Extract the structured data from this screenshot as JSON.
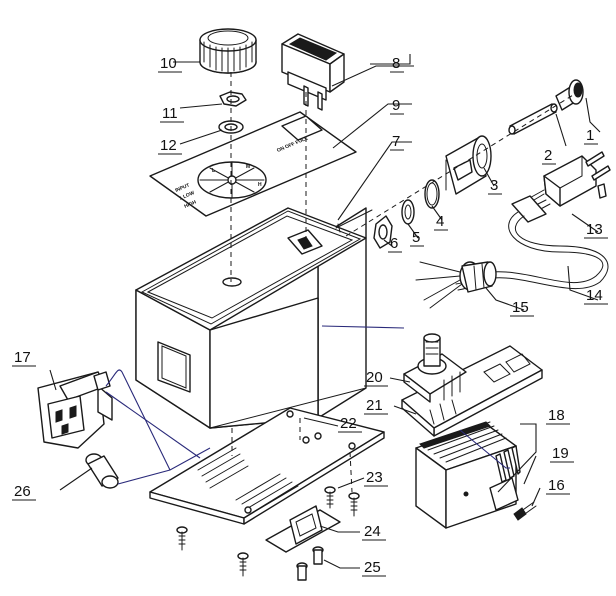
{
  "figure": {
    "kind": "exploded-parts-diagram",
    "parts": [
      {
        "number": "1",
        "icon": "fuse-cap-icon"
      },
      {
        "number": "2",
        "icon": "fuse-icon"
      },
      {
        "number": "3",
        "icon": "fuse-holder-icon"
      },
      {
        "number": "4",
        "icon": "o-ring-icon"
      },
      {
        "number": "5",
        "icon": "nut-icon"
      },
      {
        "number": "6",
        "icon": "hex-nut-icon"
      },
      {
        "number": "7",
        "icon": "screw-icon"
      },
      {
        "number": "8",
        "icon": "rocker-switch-icon"
      },
      {
        "number": "9",
        "icon": "front-panel-label-icon"
      },
      {
        "number": "10",
        "icon": "control-knob-icon"
      },
      {
        "number": "11",
        "icon": "hex-nut-icon"
      },
      {
        "number": "12",
        "icon": "washer-icon"
      },
      {
        "number": "13",
        "icon": "power-plug-icon"
      },
      {
        "number": "14",
        "icon": "power-cord-icon"
      },
      {
        "number": "15",
        "icon": "strain-relief-grommet-icon"
      },
      {
        "number": "16",
        "icon": "screw-icon"
      },
      {
        "number": "17",
        "icon": "outlet-socket-icon"
      },
      {
        "number": "18",
        "icon": "heat-sink-icon"
      },
      {
        "number": "19",
        "icon": "triac-icon"
      },
      {
        "number": "20",
        "icon": "potentiometer-icon"
      },
      {
        "number": "21",
        "icon": "circuit-board-icon"
      },
      {
        "number": "22",
        "icon": "bottom-plate-icon"
      },
      {
        "number": "23",
        "icon": "screw-icon"
      },
      {
        "number": "24",
        "icon": "bracket-clip-icon"
      },
      {
        "number": "25",
        "icon": "screw-icon"
      },
      {
        "number": "26",
        "icon": "indicator-lamp-icon"
      }
    ],
    "panel_text": {
      "switch_label": "ON OFF FULL",
      "dial_line_1": "INPUT",
      "dial_line_2": "1 LOW",
      "dial_line_3": "HIGH",
      "dial_letters": [
        "L",
        "M",
        "H"
      ]
    }
  }
}
